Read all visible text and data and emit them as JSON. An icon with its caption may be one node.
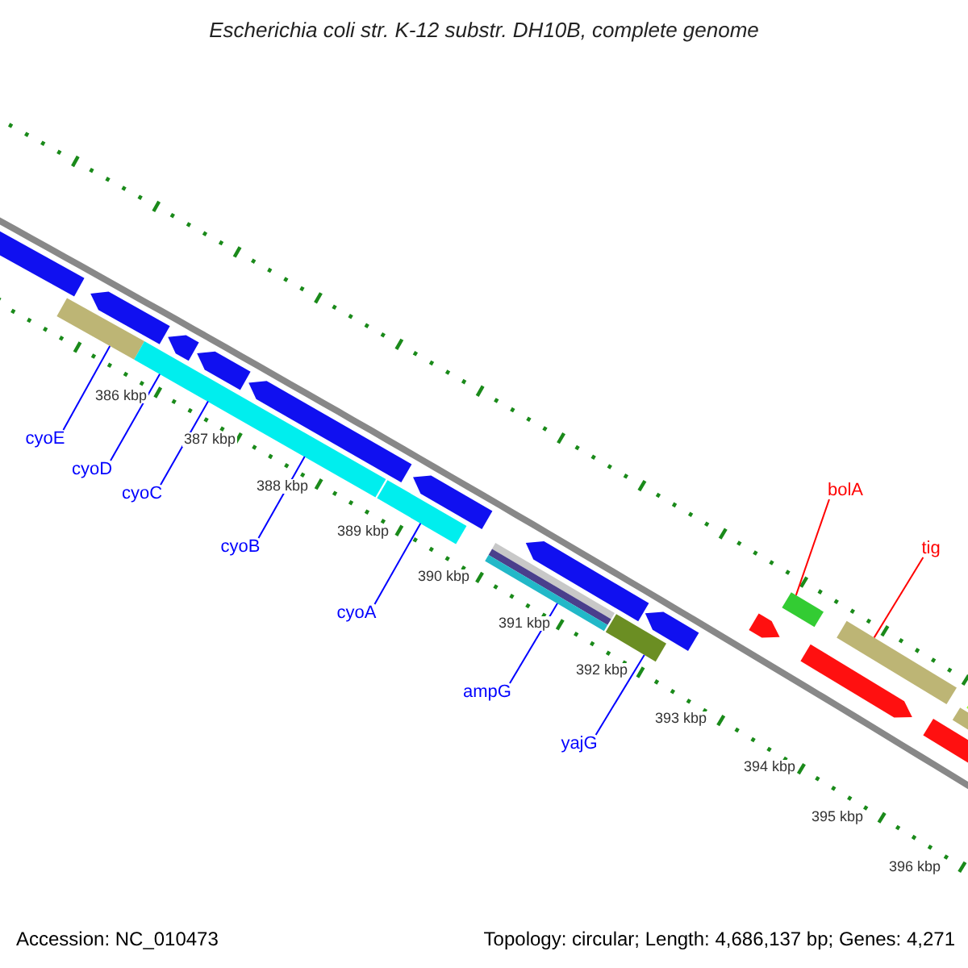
{
  "diagram": {
    "title": "Escherichia coli str. K-12 substr. DH10B, complete genome",
    "nodes": [
      {
        "text": [
          "cyoE"
        ]
      },
      {
        "text": [
          "cyoD"
        ]
      },
      {
        "text": [
          "cyoC"
        ]
      },
      {
        "text": [
          "cyoB"
        ]
      },
      {
        "text": [
          "cyoA"
        ]
      },
      {
        "text": [
          "ampG"
        ]
      },
      {
        "text": [
          "yajG"
        ]
      },
      {
        "text": [
          "bolA"
        ]
      },
      {
        "text": [
          "tig"
        ]
      },
      {
        "text": [],
        "shape": "bar"
      },
      {
        "text": [],
        "shape": "bar"
      },
      {
        "text": [],
        "shape": "arrow"
      },
      {
        "text": [],
        "shape": "bar"
      },
      {
        "text": [],
        "shape": "arrow"
      },
      {
        "text": [],
        "shape": "arrow"
      },
      {
        "text": [],
        "shape": "arrow"
      },
      {
        "text": [],
        "shape": "bar"
      },
      {
        "text": [],
        "shape": "arrow"
      },
      {
        "text": [],
        "shape": "bar"
      },
      {
        "text": [],
        "shape": "arrow"
      },
      {
        "text": [],
        "shape": "bar"
      },
      {
        "text": [],
        "shape": "arrow"
      },
      {
        "text": [],
        "shape": "arrow"
      },
      {
        "text": [],
        "shape": "bar"
      },
      {
        "text": [],
        "shape": "arrow"
      },
      {
        "text": [],
        "shape": "bar"
      },
      {
        "text": [],
        "shape": "arrow"
      },
      {
        "text": [],
        "shape": "bar"
      },
      {
        "text": [],
        "shape": "bar"
      }
    ],
    "edges": [
      {
        "from": 0,
        "to": 10,
        "arrow": "none"
      },
      {
        "from": 1,
        "to": 12,
        "arrow": "none"
      },
      {
        "from": 2,
        "to": 12,
        "arrow": "none"
      },
      {
        "from": 3,
        "to": 12,
        "arrow": "none"
      },
      {
        "from": 4,
        "to": 16,
        "arrow": "none"
      },
      {
        "from": 5,
        "to": 18,
        "arrow": "none"
      },
      {
        "from": 6,
        "to": 20,
        "arrow": "none"
      },
      {
        "from": 7,
        "to": 23,
        "arrow": "none",
        "color": "#ff0000"
      },
      {
        "from": 8,
        "to": 25,
        "arrow": "none",
        "color": "#ff0000"
      }
    ],
    "labels": [
      "386 kbp",
      "387 kbp",
      "388 kbp",
      "389 kbp",
      "390 kbp",
      "391 kbp",
      "392 kbp",
      "393 kbp",
      "394 kbp",
      "395 kbp",
      "396 kbp",
      "Accession: NC_010473",
      "Topology: circular; Length: 4,686,137 bp; Genes: 4,271"
    ]
  }
}
